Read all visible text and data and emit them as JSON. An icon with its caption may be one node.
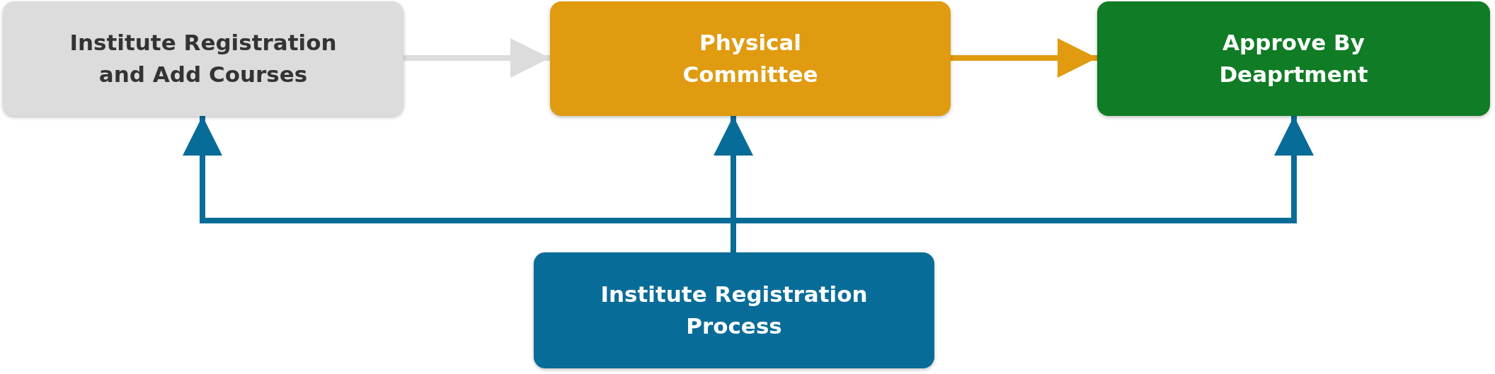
{
  "diagram": {
    "nodes": [
      {
        "text": [
          "Institute Registration and Add Courses"
        ]
      },
      {
        "text": [
          "Physical Committee"
        ]
      },
      {
        "text": [
          "Approve By Deaprtment"
        ]
      },
      {
        "text": [
          "Institute Registration Process"
        ]
      }
    ],
    "edges": [
      {
        "from": 0,
        "to": 1,
        "arrow": "to",
        "color": "#dcdcdc"
      },
      {
        "from": 1,
        "to": 2,
        "arrow": "to",
        "color": "#e09b10"
      },
      {
        "from": 3,
        "to": 0,
        "arrow": "to",
        "color": "#086c98"
      },
      {
        "from": 3,
        "to": 1,
        "arrow": "to",
        "color": "#086c98"
      },
      {
        "from": 3,
        "to": 2,
        "arrow": "to",
        "color": "#086c98"
      }
    ]
  }
}
